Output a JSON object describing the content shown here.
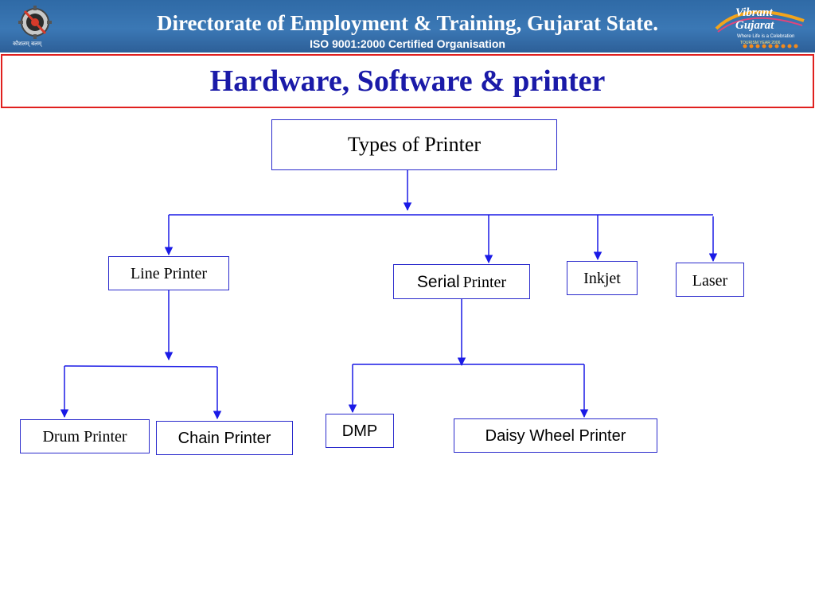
{
  "header": {
    "title": "Directorate of Employment & Training, Gujarat State.",
    "subtitle": "ISO 9001:2000 Certified Organisation",
    "left_logo": {
      "icon": "gear-emblem-icon",
      "caption": "कौशलम् बलम्"
    },
    "right_logo": {
      "icon": "vibrant-gujarat-logo-icon",
      "name": "Vibrant Gujarat",
      "tagline": "Where Life is a Celebration",
      "tagline2": "TOURISM YEAR 2006"
    }
  },
  "page": {
    "title": "Hardware, Software & printer"
  },
  "diagram": {
    "root": "Types of Printer",
    "categories": {
      "line": "Line Printer",
      "serial_a": "Serial",
      "serial_b": "Printer",
      "inkjet": "Inkjet",
      "laser": "Laser"
    },
    "line_types": {
      "drum": "Drum Printer",
      "chain": "Chain Printer"
    },
    "serial_types": {
      "dmp": "DMP",
      "daisy": "Daisy Wheel Printer"
    },
    "colors": {
      "connector": "#1a1ae6",
      "box_border": "#2a2acc",
      "title_text": "#1a1aa8",
      "title_border": "#e0201e",
      "header_bg": "#3b78b5"
    }
  }
}
